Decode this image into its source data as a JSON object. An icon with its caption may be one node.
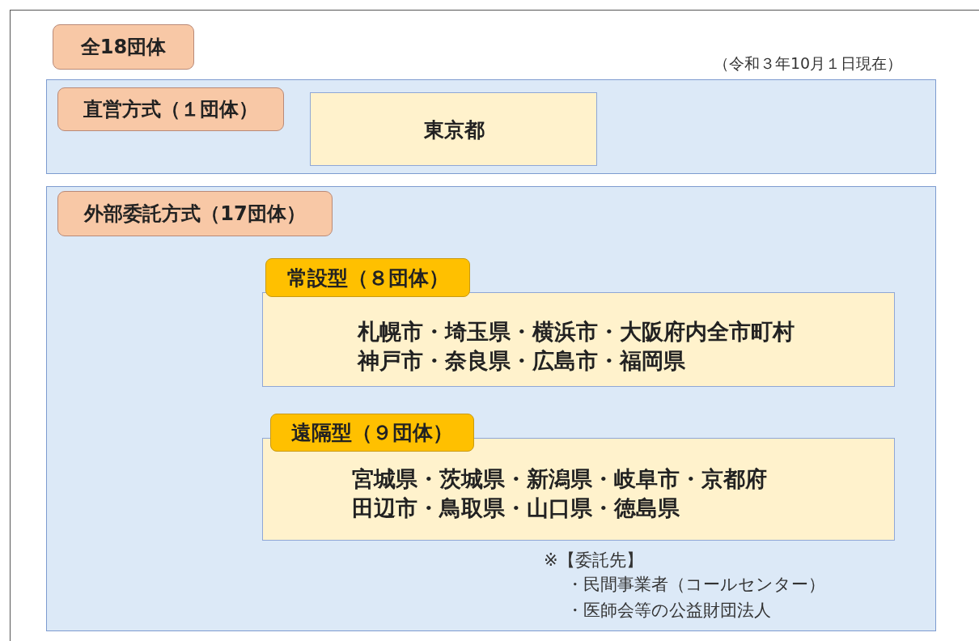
{
  "diagram": {
    "nodes": [
      {
        "text": [
          "全18団体"
        ]
      },
      {
        "text": [
          "直営方式（１団体）"
        ]
      },
      {
        "text": [
          "東京都"
        ],
        "in": 1
      },
      {
        "text": [
          "外部委託方式（17団体）"
        ]
      },
      {
        "text": [
          "常設型（８団体）",
          "札幌市・埼玉県・横浜市・大阪府内全市町村神戸市・奈良県・広島市・福岡県"
        ],
        "in": 3
      },
      {
        "text": [
          "遠隔型（９団体）",
          "宮城県・茨城県・新潟県・岐阜市・京都府田辺市・鳥取県・山口県・徳島県"
        ],
        "in": 3
      }
    ],
    "labels": [
      "（令和３年10月１日現在）",
      "※【委託先】",
      "・民間事業者（コールセンター）",
      "・医師会等の公益財団法人"
    ]
  }
}
